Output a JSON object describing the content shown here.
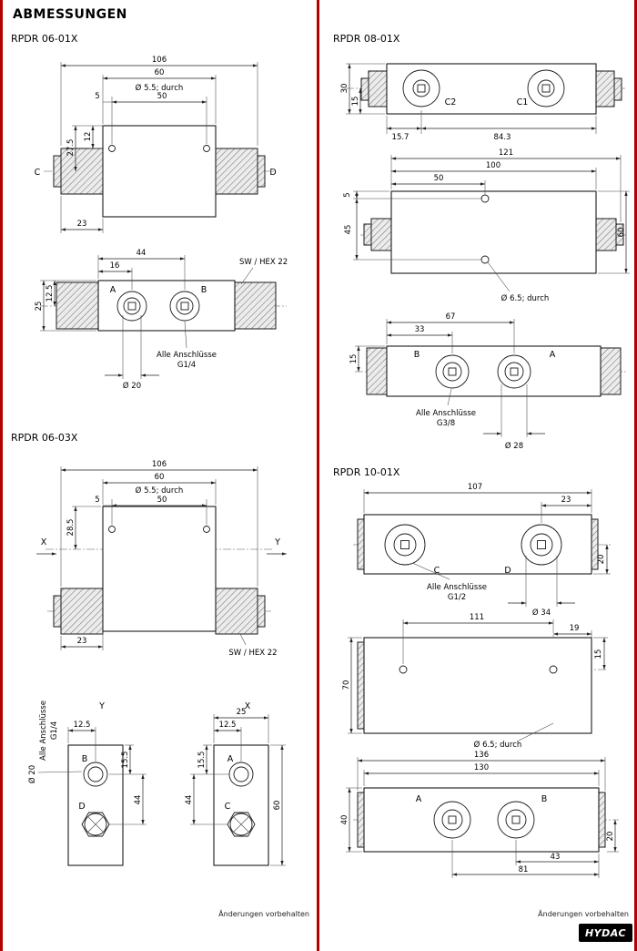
{
  "page": {
    "title": "ABMESSUNGEN",
    "footer": "Änderungen vorbehalten",
    "logo_text": "HYDAC",
    "rule_color": "#b30000",
    "logo_bg": "#000000",
    "logo_fg": "#ffffff"
  },
  "rpdr0601": {
    "label": "RPDR 06-01X",
    "top": {
      "len_total": "106",
      "len_body": "60",
      "hole_note": "Ø 5.5; durch",
      "off_5": "5",
      "span_50": "50",
      "v_12": "12",
      "v_27_5": "27.5",
      "port_c": "C",
      "port_d": "D",
      "fit_23": "23"
    },
    "front": {
      "span_44": "44",
      "off_16": "16",
      "hex_note": "SW / HEX 22",
      "port_a": "A",
      "port_b": "B",
      "v_25": "25",
      "v_12_5": "12.5",
      "conn_note": "Alle Anschlüsse",
      "conn_thread": "G1/4",
      "dia_20": "Ø 20"
    }
  },
  "rpdr0603": {
    "label": "RPDR 06-03X",
    "top": {
      "len_total": "106",
      "len_body": "60",
      "hole_note": "Ø 5.5; durch",
      "off_5": "5",
      "span_50": "50",
      "v_28_5": "28.5",
      "sec_x": "X",
      "sec_y": "Y",
      "fit_23": "23",
      "hex_note": "SW / HEX 22"
    },
    "views": {
      "view_y": "Y",
      "view_x": "X",
      "conn_note": "Alle Anschlüsse",
      "conn_thread": "G1/4",
      "dia_20": "Ø 20",
      "y_off_12_5": "12.5",
      "y_port_b": "B",
      "y_v_15_5": "15.5",
      "y_v_44": "44",
      "y_port_d": "D",
      "x_w_25": "25",
      "x_off_12_5": "12.5",
      "x_port_a": "A",
      "x_v_15_5": "15.5",
      "x_v_44": "44",
      "x_port_c": "C",
      "v_60": "60"
    }
  },
  "rpdr0801": {
    "label": "RPDR 08-01X",
    "top": {
      "v_30": "30",
      "v_15": "15",
      "port_c2": "C2",
      "port_c1": "C1",
      "off_15_7": "15.7",
      "span_84_3": "84.3"
    },
    "plan": {
      "len_121": "121",
      "len_100": "100",
      "off_50": "50",
      "v_5": "5",
      "v_45": "45",
      "v_60": "60",
      "hole_note": "Ø 6.5; durch"
    },
    "front": {
      "off_67": "67",
      "off_33": "33",
      "port_b": "B",
      "port_a": "A",
      "v_15": "15",
      "conn_note": "Alle Anschlüsse",
      "conn_thread": "G3/8",
      "dia_28": "Ø 28"
    }
  },
  "rpdr1001": {
    "label": "RPDR 10-01X",
    "front": {
      "len_107": "107",
      "off_23": "23",
      "v_20": "20",
      "port_c": "C",
      "port_d": "D",
      "conn_note": "Alle Anschlüsse",
      "conn_thread": "G1/2",
      "dia_34": "Ø 34"
    },
    "plan": {
      "span_111": "111",
      "off_19": "19",
      "v_15": "15",
      "v_70": "70",
      "hole_note": "Ø 6.5; durch"
    },
    "bottom": {
      "len_136": "136",
      "len_130": "130",
      "port_a": "A",
      "port_b": "B",
      "v_40": "40",
      "v_20": "20",
      "off_43": "43",
      "off_81": "81"
    }
  }
}
